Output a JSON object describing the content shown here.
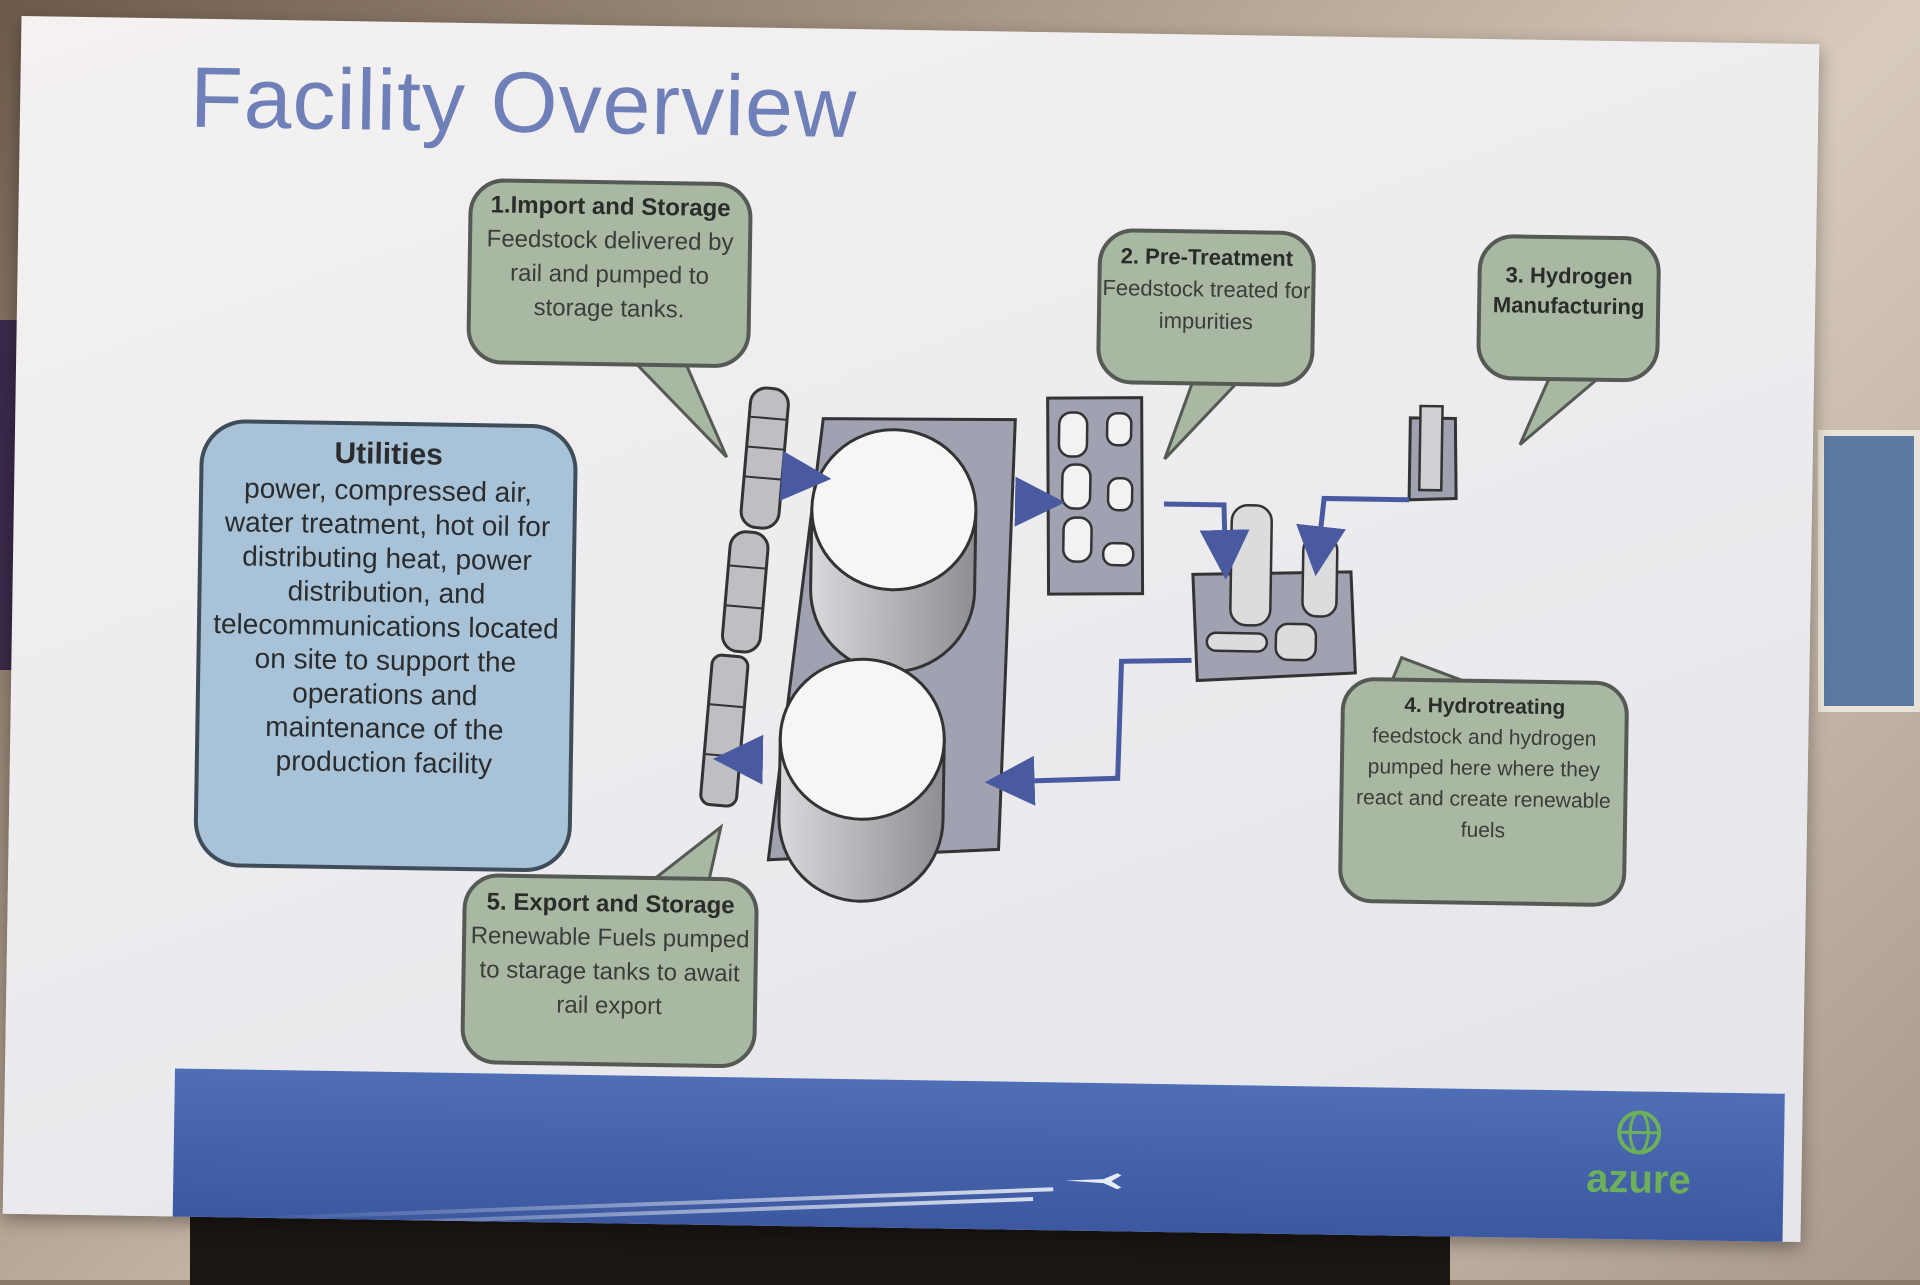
{
  "title": "Facility Overview",
  "steps": [
    {
      "id": "import-storage",
      "title": "1.Import and Storage",
      "description": "Feedstock delivered by rail and pumped to storage tanks."
    },
    {
      "id": "pre-treatment",
      "title": "2. Pre-Treatment",
      "description": "Feedstock treated for impurities"
    },
    {
      "id": "hydrogen",
      "title": "3. Hydrogen Manufacturing",
      "description": ""
    },
    {
      "id": "hydrotreating",
      "title": "4. Hydrotreating",
      "description": "feedstock and hydrogen pumped here where they react and create renewable fuels"
    },
    {
      "id": "export-storage",
      "title": "5. Export and Storage",
      "description": "Renewable Fuels pumped to starage tanks to await rail export"
    }
  ],
  "utilities": {
    "title": "Utilities",
    "description": "power, compressed air, water treatment, hot oil for distributing heat, power distribution, and telecommunications located on site to support the operations and maintenance of the production facility"
  },
  "logo": {
    "text": "azure"
  },
  "colors": {
    "title": "#6f7fb8",
    "step_bubble": "#a9b8a2",
    "utilities_bubble": "#a8c2d8",
    "arrow": "#4a5aa0",
    "footer": "#3b58a0",
    "logo": "#6db05a"
  }
}
